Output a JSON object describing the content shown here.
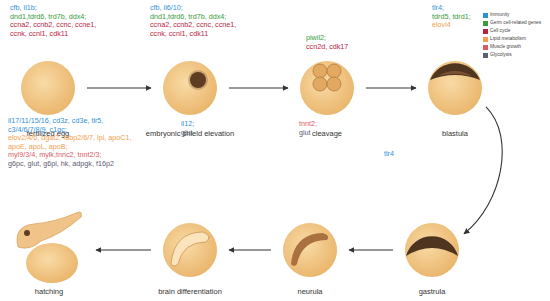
{
  "diagram": {
    "nodes": [
      {
        "text": [
          "fertilized egg"
        ]
      },
      {
        "text": [
          "embryonic shield elevation"
        ]
      },
      {
        "text": [
          "cleavage"
        ]
      },
      {
        "text": [
          "blastula"
        ]
      },
      {
        "text": [
          "hatching"
        ]
      },
      {
        "text": [
          "brain differentiation"
        ]
      },
      {
        "text": [
          "neurula"
        ]
      },
      {
        "text": [
          "gastrula"
        ]
      }
    ],
    "edges": [
      {
        "from": 0,
        "to": 1,
        "arrow": "to"
      },
      {
        "from": 1,
        "to": 2,
        "arrow": "to"
      },
      {
        "from": 2,
        "to": 3,
        "arrow": "to"
      },
      {
        "from": 3,
        "to": 7,
        "arrow": "to"
      },
      {
        "from": 7,
        "to": 6,
        "arrow": "to"
      },
      {
        "from": 6,
        "to": 5,
        "arrow": "to"
      },
      {
        "from": 5,
        "to": 4,
        "arrow": "to"
      }
    ],
    "labels": [
      "cfb, il1b;",
      "dnd1,tdrd6, trd7b, ddx4;",
      "ccna2, ccnb2, ccnc, ccne1, ccnk, ccnl1, cdk11",
      "cfb, il6/10;",
      "dnd1,tdrd6, trd7b, ddx4;",
      "ccna2, ccnb2, ccnc, ccne1, ccnk, ccnl1, cdk11",
      "piwil2;",
      "ccn2d, cdk17",
      "tlr4;",
      "tdrd5, tdrd1;",
      "elovl4",
      "il17/11/15/16, cd3z, cd3e, tlr5, c3/4/6/7/8/9, c1qc;",
      "elov2/4/6, dgat2, fabp2/6/7, lpl, apoC1, apoE, apoL, apoB;",
      "myl9/3/4, mylk,tnnc2, tnnt2/3;",
      "g6pc, glut, g6pi, hk, adpgk, f16p2",
      "il12;",
      "glut",
      "tnnt2;",
      "glut",
      "tlr4"
    ],
    "legend": [
      {
        "text": "Immunity",
        "color": "#2f8fd6"
      },
      {
        "text": "Germ cell-related genes",
        "color": "#3a9a3c"
      },
      {
        "text": "Cell cycle",
        "color": "#b5253f"
      },
      {
        "text": "Lipid metabolism",
        "color": "#f0a050"
      },
      {
        "text": "Muscle growth",
        "color": "#d75c6a"
      },
      {
        "text": "Glycolysis",
        "color": "#5d5d73"
      }
    ]
  }
}
